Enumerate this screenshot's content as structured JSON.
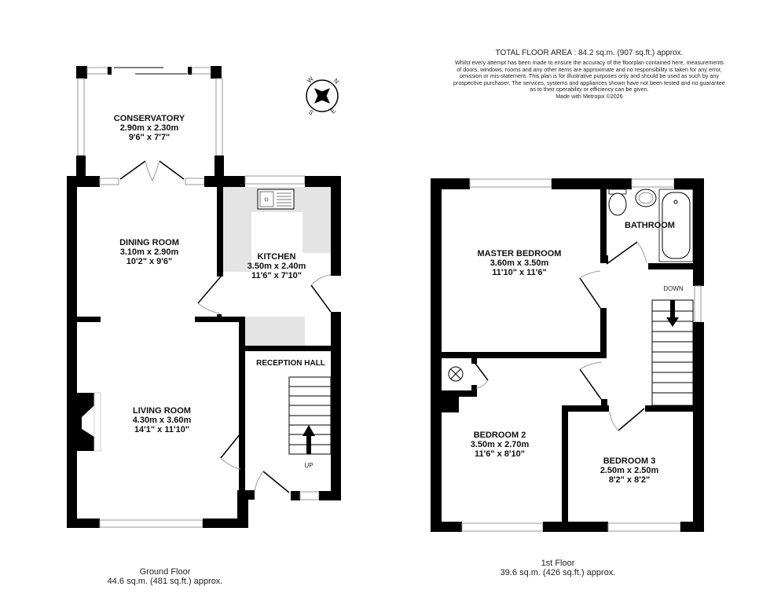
{
  "header": {
    "total_area": "TOTAL FLOOR AREA : 84.2 sq.m. (907 sq.ft.) approx.",
    "disclaimer": [
      "Whilst every attempt has been made to ensure the accuracy of the floorplan contained here, measurements",
      "of doors, windows, rooms and any other items are approximate and no responsibility is taken for any error,",
      "omission or mis-statement. This plan is for illustrative purposes only and should be used as such by any",
      "prospective purchaser. The services, systems and appliances shown have not been tested and no guarantee",
      "as to their operability or efficiency can be given."
    ],
    "made_with": "Made with Metropix ©2026"
  },
  "compass": {
    "n": "N",
    "e": "E",
    "s": "S",
    "w": "W",
    "icon": "compass-rose-icon"
  },
  "ground_floor": {
    "label": "Ground Floor",
    "area": "44.6 sq.m. (481 sq.ft.) approx.",
    "rooms": [
      {
        "name": "CONSERVATORY",
        "metric": "2.90m  x 2.30m",
        "imperial": "9'6\"  x 7'7\""
      },
      {
        "name": "DINING ROOM",
        "metric": "3.10m  x 2.90m",
        "imperial": "10'2\"  x 9'6\""
      },
      {
        "name": "KITCHEN",
        "metric": "3.50m  x 2.40m",
        "imperial": "11'6\"  x 7'10\""
      },
      {
        "name": "RECEPTION HALL"
      },
      {
        "name": "LIVING ROOM",
        "metric": "4.30m  x 3.60m",
        "imperial": "14'1\"  x 11'10\""
      }
    ],
    "stairs_label": "UP"
  },
  "first_floor": {
    "label": "1st Floor",
    "area": "39.6 sq.m. (426 sq.ft.) approx.",
    "rooms": [
      {
        "name": "MASTER BEDROOM",
        "metric": "3.60m  x 3.50m",
        "imperial": "11'10\"  x 11'6\""
      },
      {
        "name": "BATHROOM"
      },
      {
        "name": "BEDROOM 2",
        "metric": "3.50m  x 2.70m",
        "imperial": "11'6\"  x 8'10\""
      },
      {
        "name": "BEDROOM 3",
        "metric": "2.50m  x 2.50m",
        "imperial": "8'2\"  x 8'2\""
      }
    ],
    "stairs_label": "DOWN"
  }
}
